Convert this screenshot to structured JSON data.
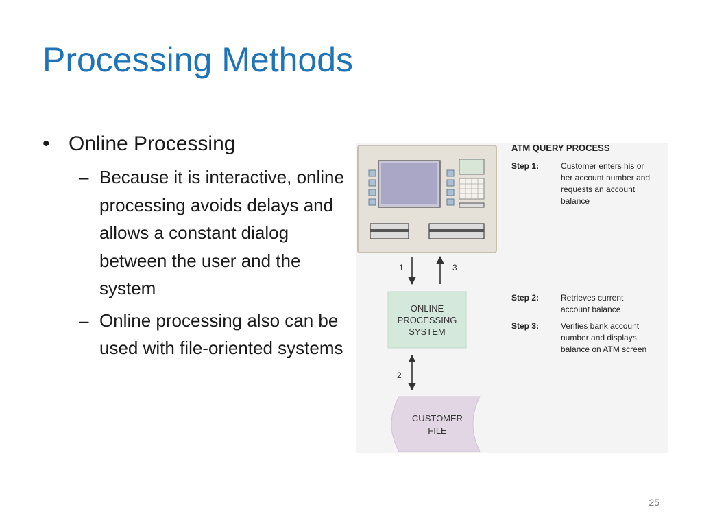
{
  "slide": {
    "title": "Processing Methods",
    "page_number": "25"
  },
  "bullets": {
    "level1": "Online Processing",
    "sub": [
      {
        "text": "Because it is interactive, online processing avoids delays and allows a constant dialog between the user and the system"
      },
      {
        "text": "Online processing also can be used with file-oriented systems"
      }
    ]
  },
  "diagram": {
    "heading": "ATM QUERY PROCESS",
    "steps": [
      {
        "label": "Step 1:",
        "lines": [
          "Customer enters his or",
          "her account number and",
          "requests an account",
          "balance"
        ]
      },
      {
        "label": "Step 2:",
        "lines": [
          "Retrieves current",
          "account balance"
        ]
      },
      {
        "label": "Step 3:",
        "lines": [
          "Verifies bank account",
          "number and displays",
          "balance on ATM screen"
        ]
      }
    ],
    "arrow_labels": [
      "1",
      "3",
      "2"
    ],
    "system_box": [
      "ONLINE",
      "PROCESSING",
      "SYSTEM"
    ],
    "file_box": [
      "CUSTOMER",
      "FILE"
    ],
    "colors": {
      "title": "#1f73b7",
      "system_box": "#d5e8dc",
      "file_box": "#e2d6e4",
      "atm_body": "#e6e1d8",
      "atm_screen": "#a9a6c6"
    }
  }
}
